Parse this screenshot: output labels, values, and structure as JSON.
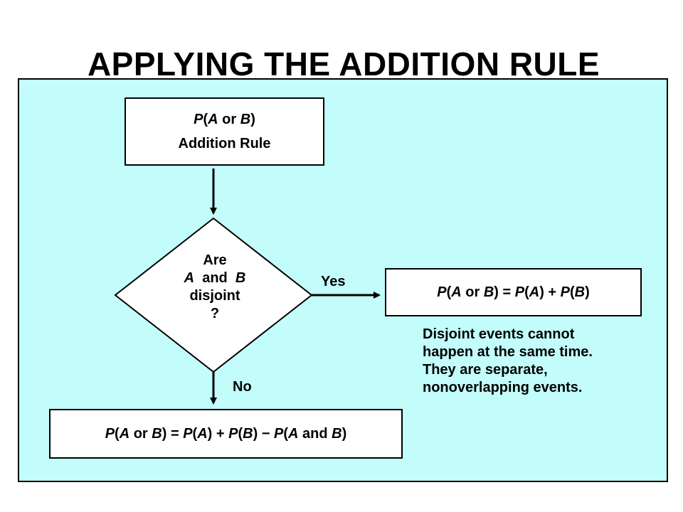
{
  "title": "APPLYING THE ADDITION RULE",
  "rule_box": {
    "line1": "P(A or B)",
    "line2": "Addition Rule"
  },
  "decision": {
    "line1": "Are",
    "line2": "A  and  B",
    "line3": "disjoint",
    "line4": "?"
  },
  "yes_label": "Yes",
  "no_label": "No",
  "yes_formula": "P(A or B) = P(A) + P(B)",
  "no_formula": "P(A or B) = P(A) + P(B) − P(A and B)",
  "note": [
    "Disjoint events cannot",
    "happen at the same time.",
    "They are separate,",
    "nonoverlapping events."
  ],
  "colors": {
    "panel_background": "#c2fdfb",
    "box_background": "#ffffff",
    "lines": "#000000"
  }
}
